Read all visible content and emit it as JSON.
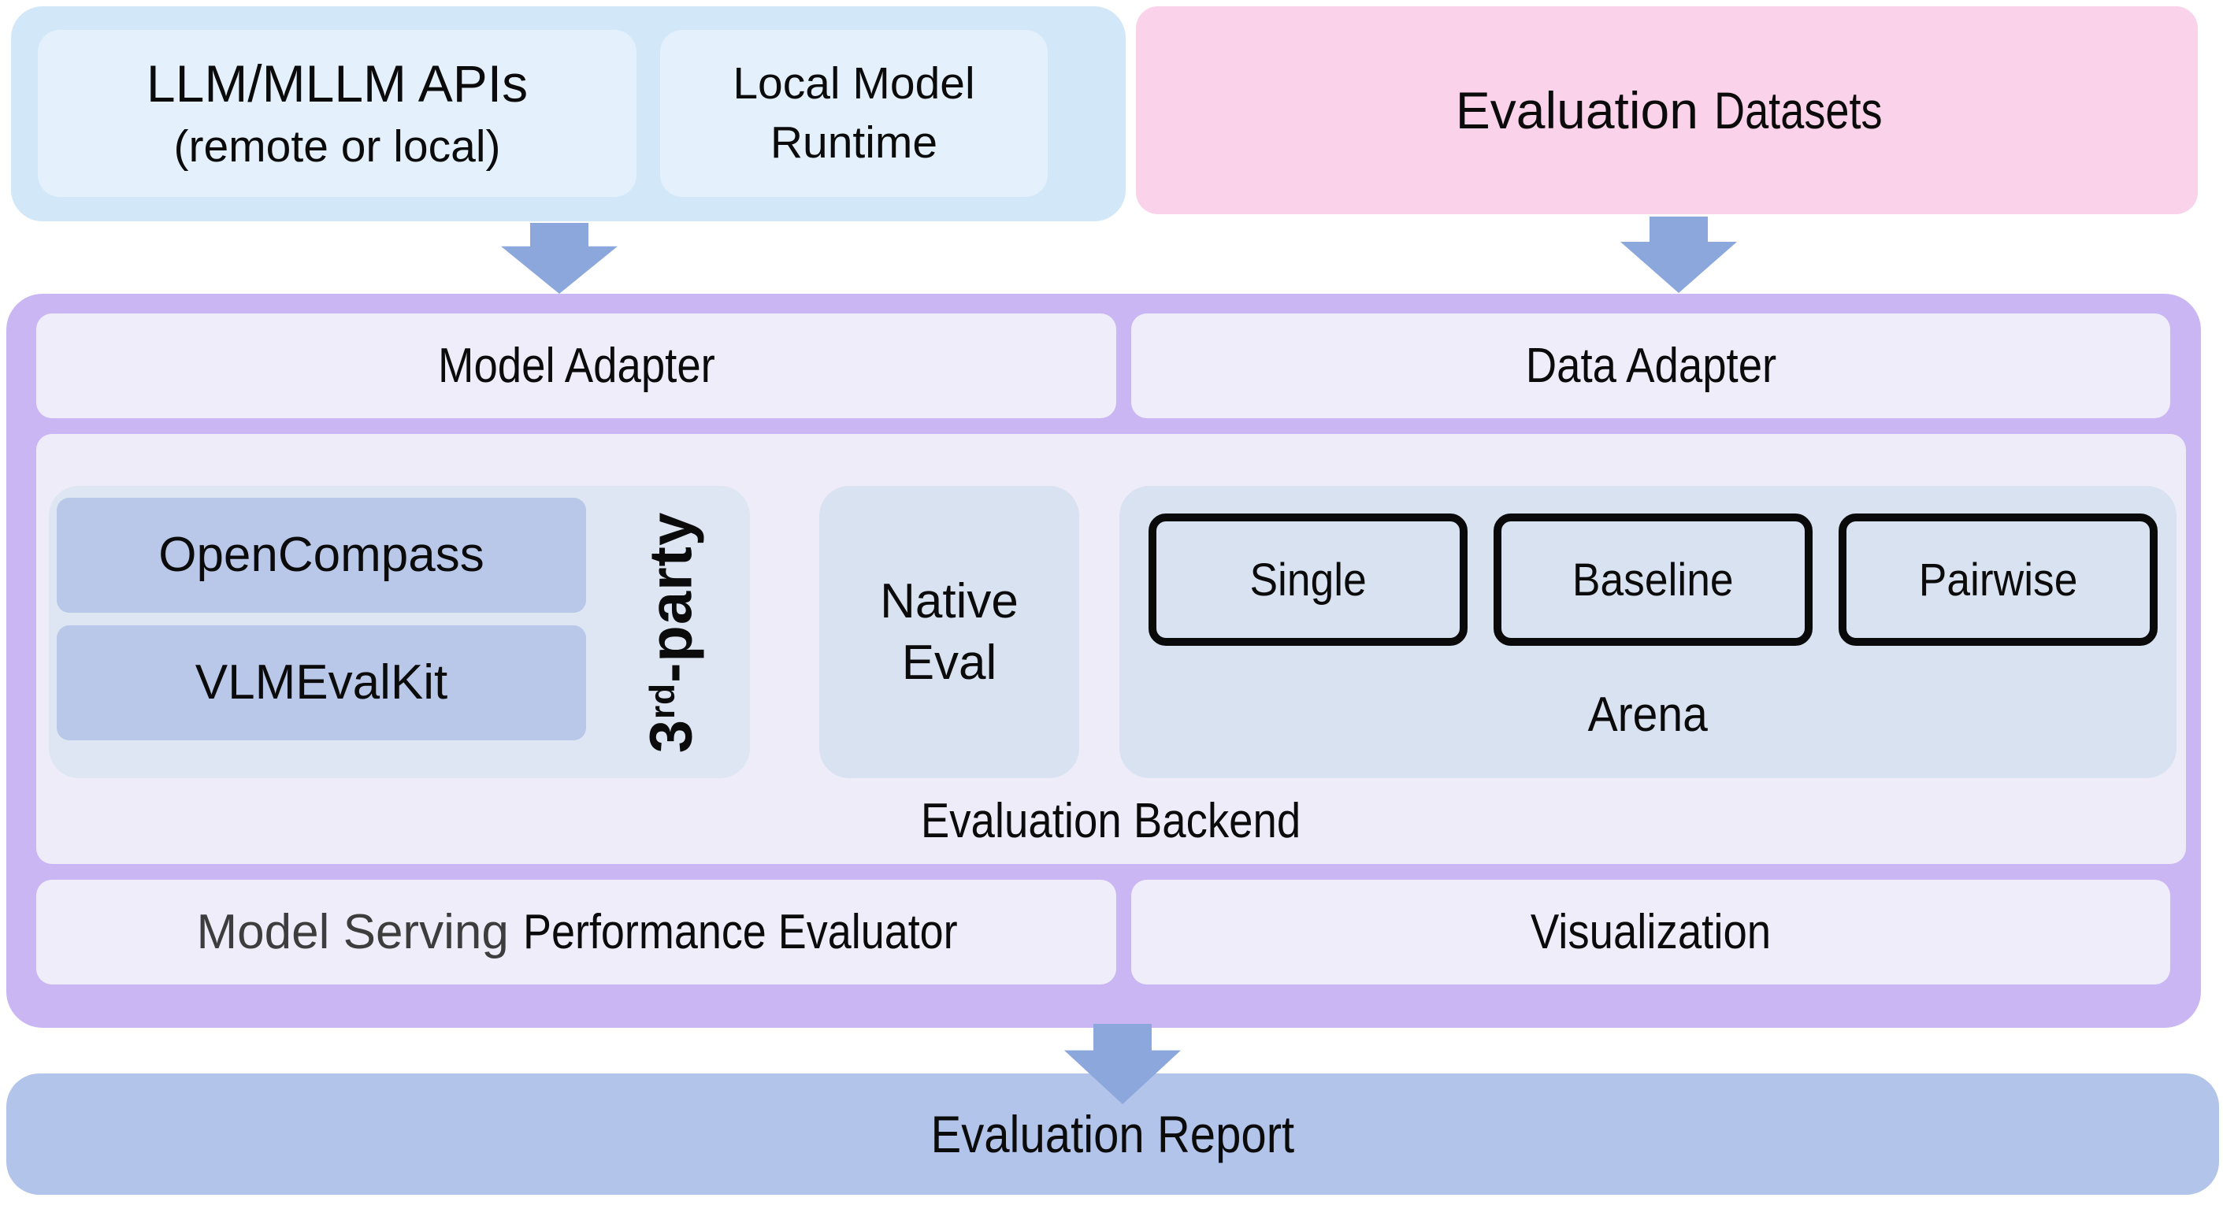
{
  "colors": {
    "source_container": "#d2e7f8",
    "source_box": "#e4f1fc",
    "datasets_box": "#fad2e9",
    "framework_container": "#c9b6f2",
    "panel": "#f0edfb",
    "third_party_container": "#dde6f2",
    "third_party_item": "#b9c7e8",
    "backend_section": "#d9e2f0",
    "mode_border": "#0a0a0a",
    "arrow": "#8ca7db",
    "report_bar": "#b2c4ea",
    "text": "#0b0b0b",
    "text_muted": "#3d3d3d"
  },
  "sources": {
    "llm_apis": {
      "title": "LLM/MLLM APIs",
      "subtitle": "(remote or local)"
    },
    "local_runtime": {
      "line1": "Local Model",
      "line2": "Runtime"
    }
  },
  "datasets": {
    "word1": "Evaluation",
    "word2": "Datasets"
  },
  "framework": {
    "model_adapter": "Model Adapter",
    "data_adapter": "Data Adapter",
    "backend": {
      "label": "Evaluation Backend",
      "third_party": {
        "num": "3",
        "ordinal": "rd",
        "suffix": "-party",
        "items": [
          "OpenCompass",
          "VLMEvalKit"
        ]
      },
      "native_eval": {
        "line1": "Native",
        "line2": "Eval"
      },
      "arena": {
        "label": "Arena",
        "modes": [
          "Single",
          "Baseline",
          "Pairwise"
        ]
      }
    },
    "serving": {
      "muted": "Model Serving",
      "rest": "Performance Evaluator"
    },
    "visualization": "Visualization"
  },
  "report": {
    "label": "Evaluation Report"
  }
}
